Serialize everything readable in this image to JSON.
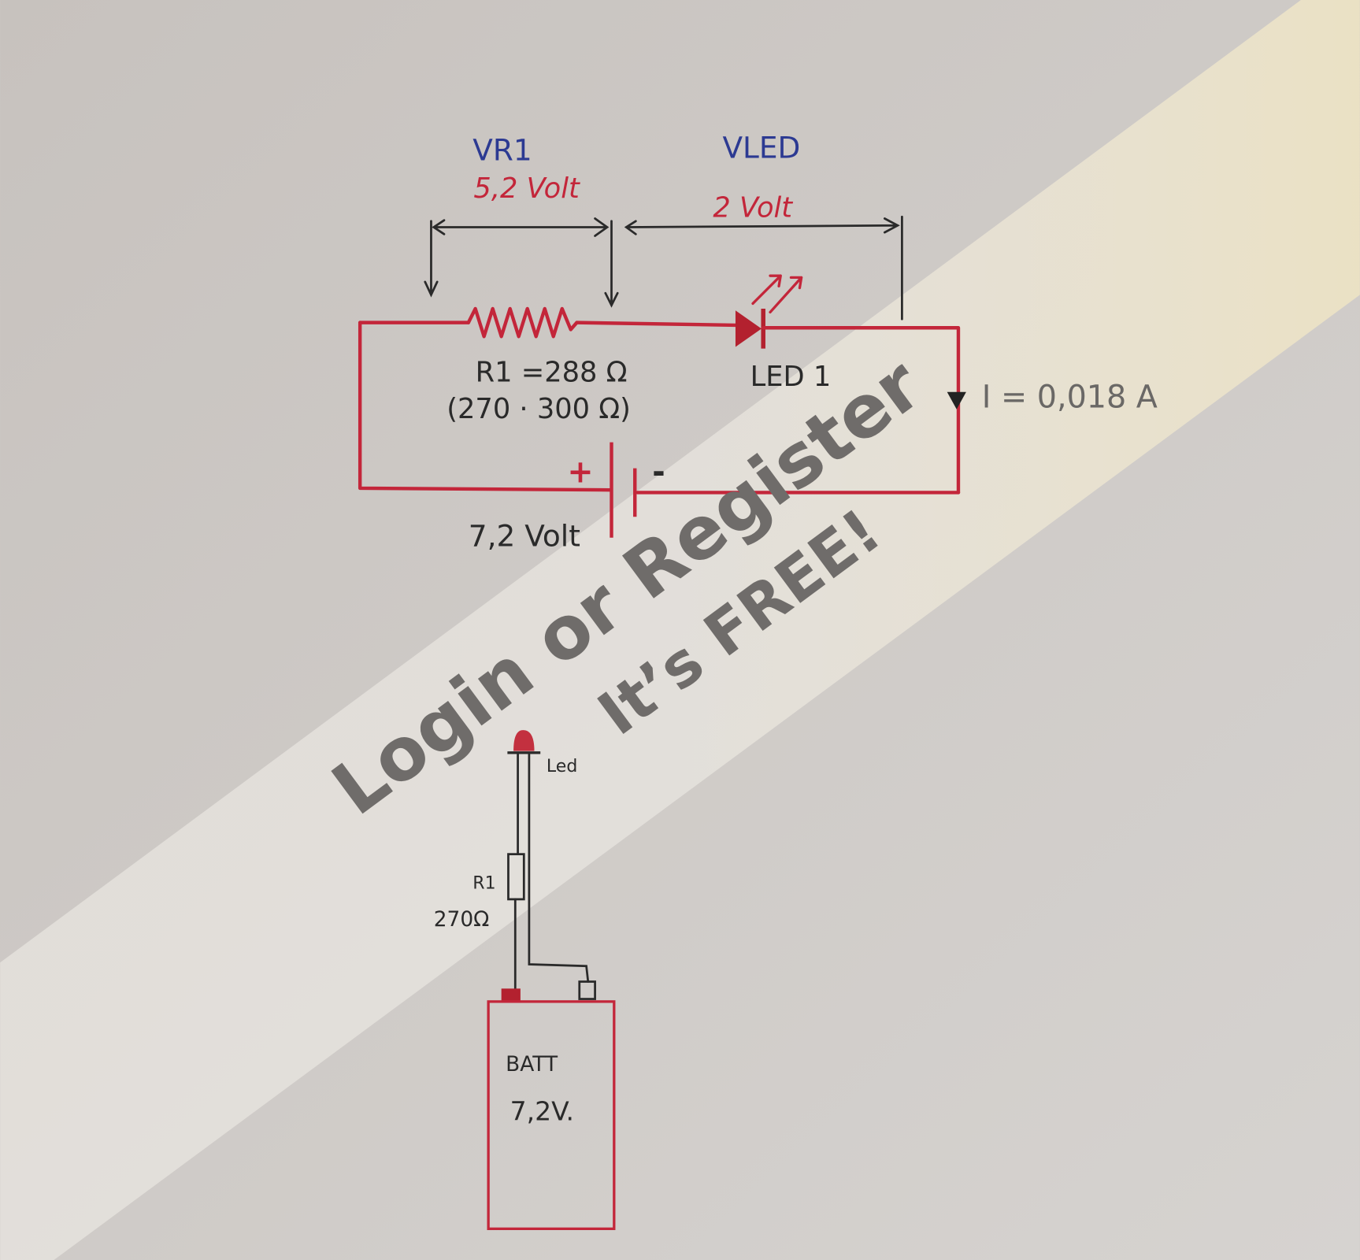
{
  "diagram": {
    "schematic": {
      "vr1_label": "VR1",
      "vr1_value": "5,2 Volt",
      "vled_label": "VLED",
      "vled_value": "2 Volt",
      "r1_label": "R1 =288 Ω",
      "r1_range": "(270 · 300 Ω)",
      "led_label": "LED 1",
      "current_label": "I = 0,018 A",
      "battery_plus": "+",
      "battery_minus": "-",
      "battery_voltage": "7,2 Volt"
    },
    "wiring": {
      "led_label": "Led",
      "r1_label": "R1",
      "r1_value": "270Ω",
      "battery_label": "BATT",
      "battery_voltage": "7,2V."
    }
  },
  "watermark": {
    "line1": "Login or Register",
    "line2": "It’s FREE!"
  },
  "colors": {
    "wire": "#c3263a",
    "blue_ink": "#2c3a92",
    "banner": "#ebe3cb"
  }
}
